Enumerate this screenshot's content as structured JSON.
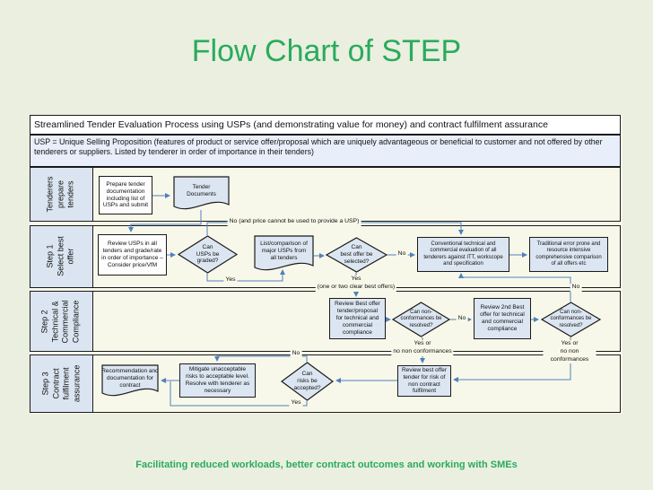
{
  "title": "Flow Chart of STEP",
  "footer": "Facilitating reduced workloads, better contract outcomes and working with SMEs",
  "header": {
    "row1": "Streamlined Tender Evaluation Process using USPs (and demonstrating value for money) and contract fulfilment assurance",
    "row2": "USP = Unique Selling Proposition (features of product or service offer/proposal which are uniquely advantageous or beneficial to customer and not offered by other tenderers or suppliers.  Listed by tenderer in order of importance in their tenders)"
  },
  "lanes": [
    {
      "label": "Tenderers\nprepare\ntenders"
    },
    {
      "label": "Step 1\nSelect best\noffer"
    },
    {
      "label": "Step 2\nTechnical &\nCommercial\nCompliance"
    },
    {
      "label": "Step 3\nContract\nfulfilment\nassurance"
    }
  ],
  "nodes": {
    "prepare": "Prepare tender\ndocumentation\nincluding list of\nUSPs and submit",
    "tender_doc": "Tender\nDocuments",
    "review_usps": "Review USPs in all\ntenders and grade/rate\nin order of importance –\nConsider price/VfM",
    "can_usps": "Can\nUSPs be\ngraded?",
    "list_comparison": "List/comparison of\nmajor USPs from\nall tenders",
    "can_best": "Can\nbest offer be\nselected?",
    "conventional": "Conventional technical and\ncommercial evaluation of all\ntenderers against ITT, workscope\nand specification",
    "traditional": "Traditional error prone and\nresource intensive\ncomprehensive comparison\nof all offers etc",
    "review_best": "Review Best offer\ntender/proposal\nfor technical and\ncommercial\ncompliance",
    "can_nc1": "Can non-\nconformances be\nresolved?",
    "review_2nd": "Review 2nd Best\noffer for technical\nand commercial\ncompliance",
    "can_nc2": "Can non-\nconformances be\nresolved?",
    "recommendation": "Recommendation and\ndocumentation for\ncontract",
    "mitigate": "Mitigate unacceptable\nrisks to acceptable level.\nResolve with tenderer as\nnecessary",
    "can_risks": "Can\nrisks be\naccepted?",
    "review_risk": "Review best offer\ntender for risk of\nnon contract\nfulfilment"
  },
  "labels": {
    "no_usp": "No (and price cannot be used to provide a USP)",
    "yes_graded": "Yes",
    "no_best": "No",
    "yes_clear": "Yes\n(one or two clear best offers)",
    "no_nc1": "No",
    "no_nc2": "No",
    "yes_nc1": "Yes or\nno non conformances",
    "yes_nc2": "Yes or\nno non conformances",
    "no_risk": "No",
    "yes_risk": "Yes"
  },
  "colors": {
    "accent_green": "#2aab5c",
    "node_fill": "#dce6f2",
    "label_cell_fill": "#dbe5f1",
    "connector_blue": "#4f81bd"
  }
}
